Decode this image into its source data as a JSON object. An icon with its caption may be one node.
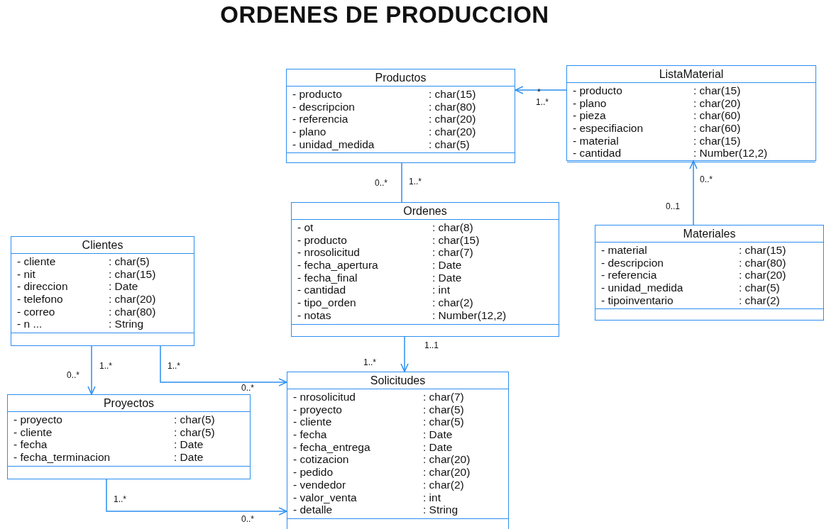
{
  "diagram": {
    "title": "ORDENES DE PRODUCCION",
    "nodes": [
      {
        "text": [
          "Productos",
          "- producto",
          ": char(15)",
          "- descripcion",
          ": char(80)",
          "- referencia",
          ": char(20)",
          "- plano",
          ": char(20)",
          "- unidad_medida",
          ": char(5)"
        ]
      },
      {
        "text": [
          "ListaMaterial",
          "- producto",
          ": char(15)",
          "- plano",
          ": char(20)",
          "- pieza",
          ": char(60)",
          "- especifiacion",
          ": char(60)",
          "- material",
          ": char(15)",
          "- cantidad",
          ": Number(12,2)"
        ]
      },
      {
        "text": [
          "Ordenes",
          "- ot",
          ": char(8)",
          "- producto",
          ": char(15)",
          "- nrosolicitud",
          ": char(7)",
          "- fecha_apertura",
          ": Date",
          "- fecha_final",
          ": Date",
          "- cantidad",
          ": int",
          "- tipo_orden",
          ": char(2)",
          "- notas",
          ": Number(12,2)"
        ]
      },
      {
        "text": [
          "Clientes",
          "- cliente",
          ": char(5)",
          "- nit",
          ": char(15)",
          "- direccion",
          ": Date",
          "- telefono",
          ": char(20)",
          "- correo",
          ": char(80)",
          "- n ...",
          ": String"
        ]
      },
      {
        "text": [
          "Materiales",
          "- material",
          ": char(15)",
          "- descripcion",
          ": char(80)",
          "- referencia",
          ": char(20)",
          "- unidad_medida",
          ": char(5)",
          "- tipoinventario",
          ": char(2)"
        ]
      },
      {
        "text": [
          "Solicitudes",
          "- nrosolicitud",
          ": char(7)",
          "- proyecto",
          ": char(5)",
          "- cliente",
          ": char(5)",
          "- fecha",
          ": Date",
          "- fecha_entrega",
          ": Date",
          "- cotizacion",
          ": char(20)",
          "- pedido",
          ": char(20)",
          "- vendedor",
          ": char(2)",
          "- valor_venta",
          ": int",
          "- detalle",
          ": String"
        ]
      },
      {
        "text": [
          "Proyectos",
          "- proyecto",
          ": char(5)",
          "- cliente",
          ": char(5)",
          "- fecha",
          ": Date",
          "- fecha_terminacion",
          ": Date"
        ]
      }
    ],
    "edges": [
      {
        "from": 1,
        "to": 0,
        "arrow": "to"
      },
      {
        "from": 0,
        "to": 2,
        "arrow": "none"
      },
      {
        "from": 4,
        "to": 1,
        "arrow": "to"
      },
      {
        "from": 3,
        "to": 6,
        "arrow": "to"
      },
      {
        "from": 3,
        "to": 5,
        "arrow": "to"
      },
      {
        "from": 2,
        "to": 5,
        "arrow": "to"
      },
      {
        "from": 6,
        "to": 5,
        "arrow": "to"
      }
    ],
    "labels": [
      "*",
      "1..*",
      "0..*",
      "1..*",
      "0..*",
      "0..1",
      "1..1",
      "1..*",
      "1..*",
      "1..*",
      "0..*",
      "0..*",
      "1..*",
      "0..*"
    ]
  }
}
